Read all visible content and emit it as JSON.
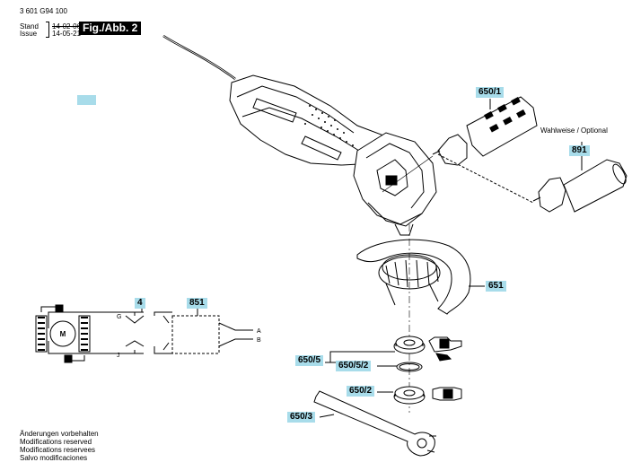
{
  "header": {
    "doc_number": "3 601 G94 100",
    "stand_label": "Stand",
    "stand_date": "14-02-06",
    "issue_label": "Issue",
    "issue_date": "14-05-21",
    "figure_title": "Fig./Abb. 2"
  },
  "optional_label": "Wahlweise / Optional",
  "parts": {
    "p650_1": "650/1",
    "p891": "891",
    "p651": "651",
    "p650_5": "650/5",
    "p650_5_2": "650/5/2",
    "p650_2": "650/2",
    "p650_3": "650/3",
    "p4": "4",
    "p851": "851"
  },
  "wiring": {
    "motor": "M",
    "terminal_g": "G",
    "terminal_j": "J",
    "terminal_a": "A",
    "terminal_b": "B"
  },
  "footer": [
    "Änderungen vorbehalten",
    "Modifications reserved",
    "Modifications reservees",
    "Salvo modificaciones"
  ],
  "colors": {
    "highlight": "#a8dcea",
    "title_bg": "#000000"
  }
}
